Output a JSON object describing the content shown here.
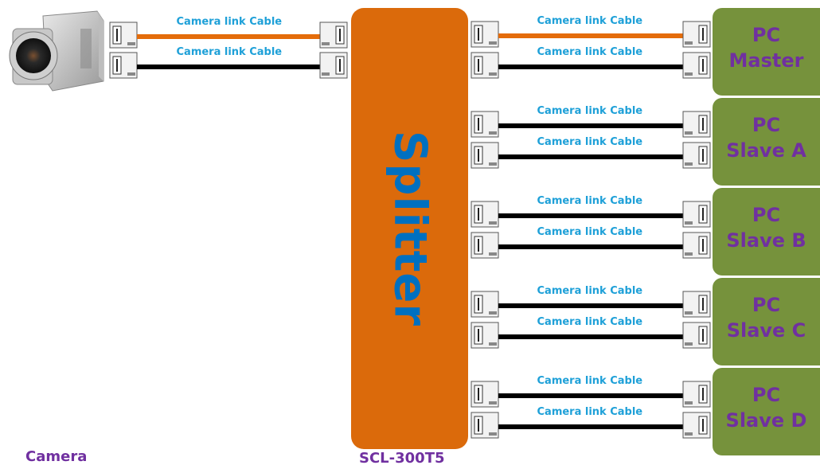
{
  "camera": {
    "label": "Camera"
  },
  "splitter": {
    "title": "Splitter",
    "model": "SCL-300T5"
  },
  "cable_label": "Camera link Cable",
  "colors": {
    "splitter": "#db6a0b",
    "pc_box": "#76923c",
    "label_purple": "#7030a0",
    "title_blue": "#0070c0",
    "cable_text": "#1ea0d8",
    "active_cable": "#e46c0a",
    "passive_cable": "#000000"
  },
  "pcs": [
    {
      "line1": "PC",
      "line2": "Master"
    },
    {
      "line1": "PC",
      "line2": "Slave A"
    },
    {
      "line1": "PC",
      "line2": "Slave B"
    },
    {
      "line1": "PC",
      "line2": "Slave C"
    },
    {
      "line1": "PC",
      "line2": "Slave D"
    }
  ]
}
